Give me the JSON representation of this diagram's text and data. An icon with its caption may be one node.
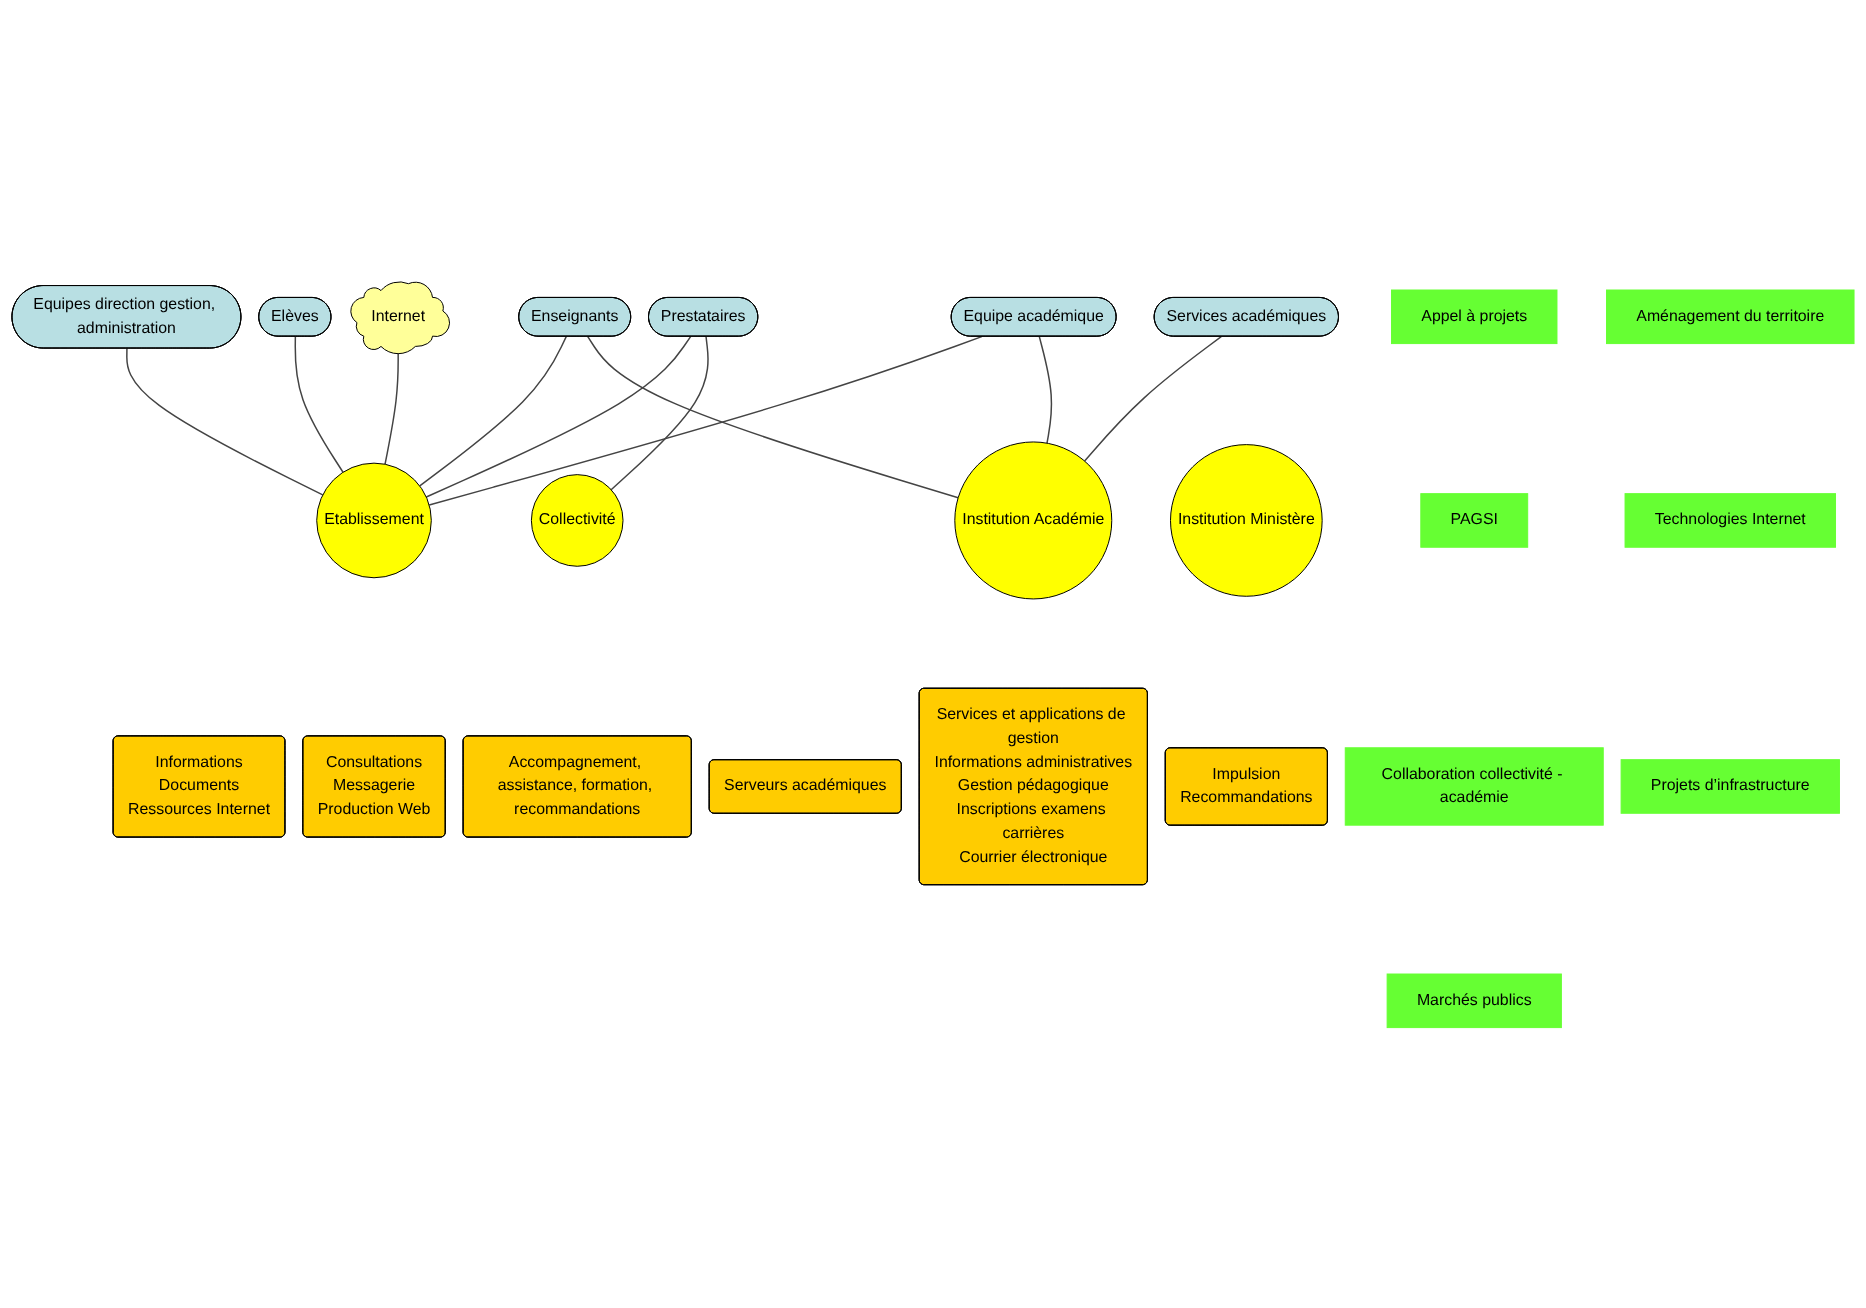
{
  "diagram": {
    "nodes": [
      {
        "text": [
          "Equipes direction gestion, administration"
        ]
      },
      {
        "text": [
          "Services académiques"
        ]
      },
      {
        "text": [
          "Services et applications de gestion",
          "Informations administratives",
          "Gestion pédagogique",
          "Inscriptions examens carrières",
          "Courrier électronique"
        ]
      },
      {
        "text": [
          "Appel à projets"
        ]
      },
      {
        "text": [
          "PAGSI"
        ]
      },
      {
        "text": [
          "Collaboration collectivité - académie"
        ]
      },
      {
        "text": [
          "Marchés publics"
        ]
      },
      {
        "text": [
          "Aménagement du territoire"
        ]
      },
      {
        "text": [
          "Technologies Internet"
        ]
      },
      {
        "text": [
          "Projets d’infrastructure"
        ]
      },
      {
        "text": [
          "Enseignants"
        ]
      },
      {
        "text": [
          "Serveurs académiques"
        ]
      },
      {
        "text": [
          "Elèves"
        ]
      },
      {
        "text": [
          "Consultations",
          "Messagerie",
          "Production Web"
        ]
      },
      {
        "text": [
          "Etablissement"
        ]
      },
      {
        "text": [
          "Collectivité"
        ]
      },
      {
        "text": [
          "Institution Académie"
        ]
      },
      {
        "text": [
          "Institution Ministère"
        ]
      },
      {
        "text": [
          "Internet"
        ]
      },
      {
        "text": [
          "Informations",
          "Documents",
          "Ressources Internet"
        ]
      },
      {
        "text": [
          "Impulsion",
          "Recommandations"
        ]
      },
      {
        "text": [
          "Accompagnement, assistance, formation, recommandations"
        ]
      },
      {
        "text": [
          "Prestataires"
        ]
      },
      {
        "text": [
          "Equipe académique"
        ]
      }
    ],
    "edges": [
      {
        "from": 0,
        "to": 14,
        "arrow": "none"
      },
      {
        "from": 1,
        "to": 16,
        "arrow": "none"
      },
      {
        "from": 10,
        "to": 14,
        "arrow": "none"
      },
      {
        "from": 10,
        "to": 16,
        "arrow": "none"
      },
      {
        "from": 12,
        "to": 14,
        "arrow": "none"
      },
      {
        "from": 18,
        "to": 14,
        "arrow": "none"
      },
      {
        "from": 22,
        "to": 14,
        "arrow": "none"
      },
      {
        "from": 22,
        "to": 15,
        "arrow": "none"
      },
      {
        "from": 23,
        "to": 14,
        "arrow": "none"
      },
      {
        "from": 23,
        "to": 16,
        "arrow": "none"
      }
    ]
  }
}
